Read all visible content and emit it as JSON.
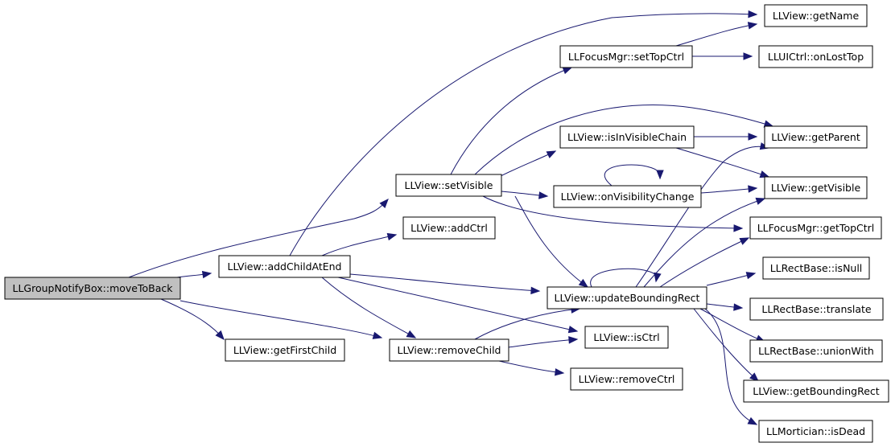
{
  "colors": {
    "edge": "#191970",
    "node_fill": "#ffffff",
    "root_fill": "#c0c0c0",
    "border": "#000000"
  },
  "nodes": [
    {
      "id": "moveToBack",
      "label": "LLGroupNotifyBox::moveToBack",
      "root": true
    },
    {
      "id": "addChildAtEnd",
      "label": "LLView::addChildAtEnd"
    },
    {
      "id": "getFirstChild",
      "label": "LLView::getFirstChild"
    },
    {
      "id": "setVisible",
      "label": "LLView::setVisible"
    },
    {
      "id": "addCtrl",
      "label": "LLView::addCtrl"
    },
    {
      "id": "removeChild",
      "label": "LLView::removeChild"
    },
    {
      "id": "setTopCtrl",
      "label": "LLFocusMgr::setTopCtrl"
    },
    {
      "id": "isInVisibleChain",
      "label": "LLView::isInVisibleChain"
    },
    {
      "id": "onVisibilityChange",
      "label": "LLView::onVisibilityChange"
    },
    {
      "id": "updateBoundingRect",
      "label": "LLView::updateBoundingRect"
    },
    {
      "id": "isCtrl",
      "label": "LLView::isCtrl"
    },
    {
      "id": "removeCtrl",
      "label": "LLView::removeCtrl"
    },
    {
      "id": "getName",
      "label": "LLView::getName"
    },
    {
      "id": "onLostTop",
      "label": "LLUICtrl::onLostTop"
    },
    {
      "id": "getParent",
      "label": "LLView::getParent"
    },
    {
      "id": "getVisible",
      "label": "LLView::getVisible"
    },
    {
      "id": "getTopCtrl",
      "label": "LLFocusMgr::getTopCtrl"
    },
    {
      "id": "isNull",
      "label": "LLRectBase::isNull"
    },
    {
      "id": "translate",
      "label": "LLRectBase::translate"
    },
    {
      "id": "unionWith",
      "label": "LLRectBase::unionWith"
    },
    {
      "id": "getBoundingRect",
      "label": "LLView::getBoundingRect"
    },
    {
      "id": "isDead",
      "label": "LLMortician::isDead"
    }
  ],
  "edges": [
    {
      "from": "moveToBack",
      "to": "addChildAtEnd"
    },
    {
      "from": "moveToBack",
      "to": "setVisible"
    },
    {
      "from": "moveToBack",
      "to": "getFirstChild"
    },
    {
      "from": "moveToBack",
      "to": "removeChild"
    },
    {
      "from": "addChildAtEnd",
      "to": "getName"
    },
    {
      "from": "addChildAtEnd",
      "to": "addCtrl"
    },
    {
      "from": "addChildAtEnd",
      "to": "updateBoundingRect"
    },
    {
      "from": "addChildAtEnd",
      "to": "isCtrl"
    },
    {
      "from": "addChildAtEnd",
      "to": "removeChild"
    },
    {
      "from": "setVisible",
      "to": "setTopCtrl"
    },
    {
      "from": "setVisible",
      "to": "getParent"
    },
    {
      "from": "setVisible",
      "to": "isInVisibleChain"
    },
    {
      "from": "setVisible",
      "to": "onVisibilityChange"
    },
    {
      "from": "setVisible",
      "to": "getTopCtrl"
    },
    {
      "from": "setVisible",
      "to": "updateBoundingRect"
    },
    {
      "from": "removeChild",
      "to": "updateBoundingRect"
    },
    {
      "from": "removeChild",
      "to": "isCtrl"
    },
    {
      "from": "removeChild",
      "to": "removeCtrl"
    },
    {
      "from": "setTopCtrl",
      "to": "getName"
    },
    {
      "from": "setTopCtrl",
      "to": "onLostTop"
    },
    {
      "from": "isInVisibleChain",
      "to": "getParent"
    },
    {
      "from": "isInVisibleChain",
      "to": "getVisible"
    },
    {
      "from": "onVisibilityChange",
      "to": "onVisibilityChange"
    },
    {
      "from": "onVisibilityChange",
      "to": "getVisible"
    },
    {
      "from": "updateBoundingRect",
      "to": "updateBoundingRect"
    },
    {
      "from": "updateBoundingRect",
      "to": "getParent"
    },
    {
      "from": "updateBoundingRect",
      "to": "getVisible"
    },
    {
      "from": "updateBoundingRect",
      "to": "getTopCtrl"
    },
    {
      "from": "updateBoundingRect",
      "to": "isNull"
    },
    {
      "from": "updateBoundingRect",
      "to": "translate"
    },
    {
      "from": "updateBoundingRect",
      "to": "unionWith"
    },
    {
      "from": "updateBoundingRect",
      "to": "getBoundingRect"
    },
    {
      "from": "updateBoundingRect",
      "to": "isDead"
    }
  ]
}
